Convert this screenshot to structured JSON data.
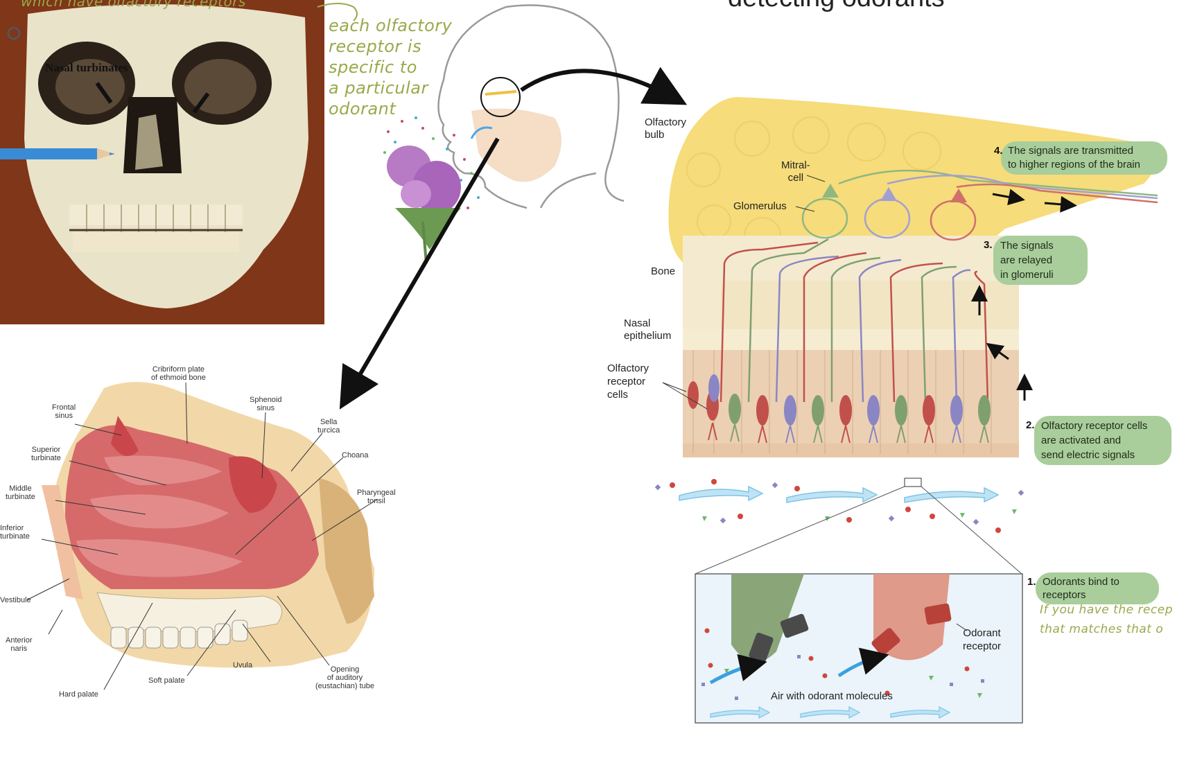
{
  "heading": "detecting odorants",
  "handnotes": {
    "top_left": "which have olfactory receptors",
    "middle": [
      "each olfactory",
      "receptor is",
      "specific to",
      "a particular",
      "odorant"
    ],
    "bottom_right": [
      "If you have the recep",
      "that matches that o"
    ]
  },
  "skull": {
    "label": "Nasal turbinates"
  },
  "nasal_section": {
    "labels": {
      "cribriform": [
        "Cribriform plate",
        "of ethmoid bone"
      ],
      "frontal": [
        "Frontal",
        "sinus"
      ],
      "sphenoid": [
        "Sphenoid",
        "sinus"
      ],
      "sella": [
        "Sella",
        "turcica"
      ],
      "choana": "Choana",
      "superior": [
        "Superior",
        "turbinate"
      ],
      "pharyngeal": [
        "Pharyngeal",
        "tonsil"
      ],
      "middle": [
        "Middle",
        "turbinate"
      ],
      "inferior": [
        "Inferior",
        "turbinate"
      ],
      "vestibule": "Vestibule",
      "anterior": [
        "Anterior",
        "naris"
      ],
      "uvula": "Uvula",
      "opening": [
        "Opening",
        "of auditory",
        "(eustachian) tube"
      ],
      "soft": "Soft palate",
      "hard": "Hard palate"
    }
  },
  "olfactory": {
    "labels": {
      "bulb": [
        "Olfactory",
        "bulb"
      ],
      "mitral": [
        "Mitral-",
        "cell"
      ],
      "glomerulus": "Glomerulus",
      "bone": "Bone",
      "epithelium": [
        "Nasal",
        "epithelium"
      ],
      "receptor_cells": [
        "Olfactory",
        "receptor",
        "cells"
      ],
      "odorant_receptor": [
        "Odorant",
        "receptor"
      ],
      "air": "Air with odorant molecules"
    },
    "steps": [
      {
        "num": "4.",
        "text": [
          "The signals are transmitted",
          "to higher regions of the brain"
        ]
      },
      {
        "num": "3.",
        "text": [
          "The signals",
          "are relayed",
          "in glomeruli"
        ]
      },
      {
        "num": "2.",
        "text": [
          "Olfactory receptor cells",
          "are activated and",
          "send electric signals"
        ]
      },
      {
        "num": "1.",
        "text": [
          "Odorants bind to",
          "receptors"
        ]
      }
    ]
  },
  "colors": {
    "green_cell": "#7fa06e",
    "red_cell": "#c2504a",
    "purple_cell": "#8a86c4",
    "bulb": "#f6dc7a",
    "callout": "#a9cd9b",
    "hand_ink": "#9aa84a"
  }
}
